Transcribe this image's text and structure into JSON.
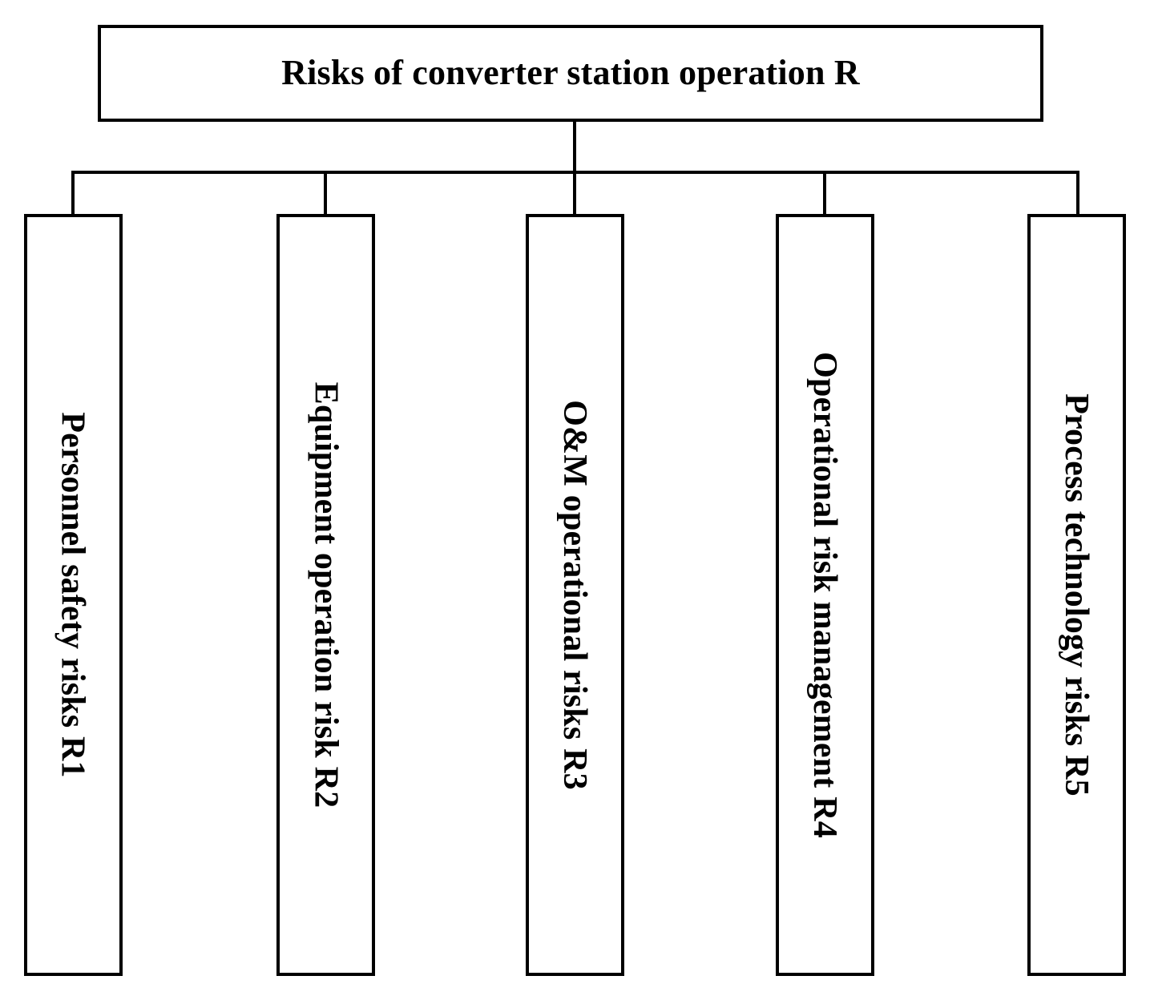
{
  "diagram": {
    "type": "hierarchy-tree",
    "orientation": "top-down",
    "line_color": "#000000",
    "box_fill": "#ffffff",
    "text_color": "#000000",
    "root": {
      "label": "Risks of converter station operation R",
      "code": "R"
    },
    "children": [
      {
        "label": "Personnel safety risks R1",
        "code": "R1"
      },
      {
        "label": "Equipment operation risk R2",
        "code": "R2"
      },
      {
        "label": "O&M operational risks R3",
        "code": "R3"
      },
      {
        "label": "Operational risk management R4",
        "code": "R4"
      },
      {
        "label": "Process technology risks R5",
        "code": "R5"
      }
    ]
  }
}
